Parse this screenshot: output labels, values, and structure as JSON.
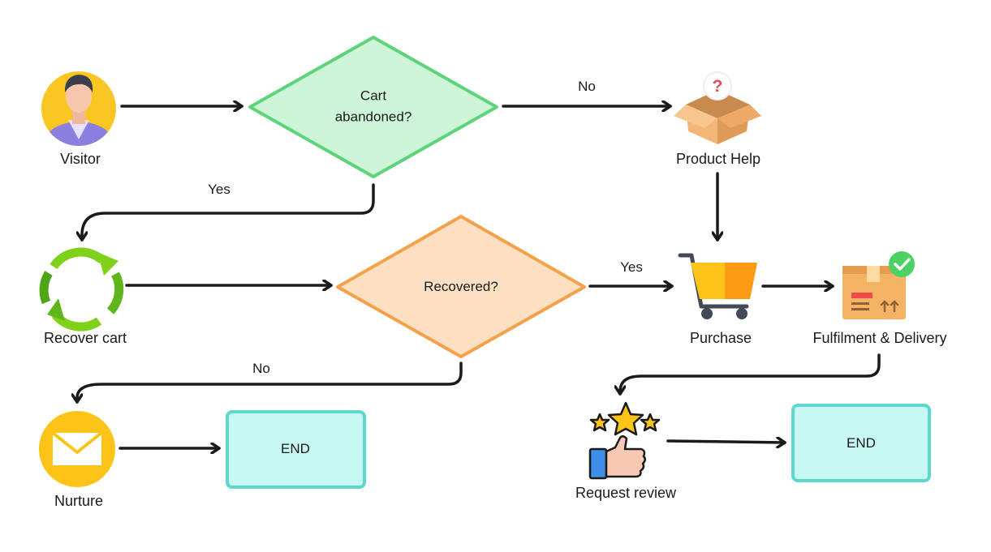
{
  "nodes": {
    "visitor": {
      "label": "Visitor",
      "icon": "visitor-avatar-icon"
    },
    "cart_abandoned": {
      "line1": "Cart",
      "line2": "abandoned?"
    },
    "product_help": {
      "label": "Product Help",
      "icon": "box-question-icon"
    },
    "recover_cart": {
      "label": "Recover cart",
      "icon": "recycle-arrows-icon"
    },
    "recovered": {
      "label": "Recovered?"
    },
    "purchase": {
      "label": "Purchase",
      "icon": "shopping-cart-icon"
    },
    "fulfilment": {
      "label": "Fulfilment & Delivery",
      "icon": "package-check-icon"
    },
    "nurture": {
      "label": "Nurture",
      "icon": "envelope-icon"
    },
    "end1": {
      "label": "END"
    },
    "request_review": {
      "label": "Request review",
      "icon": "thumbs-up-stars-icon"
    },
    "end2": {
      "label": "END"
    }
  },
  "edges": {
    "cart_no": "No",
    "cart_yes": "Yes",
    "recovered_yes": "Yes",
    "recovered_no": "No"
  },
  "colors": {
    "decision_green_fill": "#cdf5d8",
    "decision_green_stroke": "#5dd37a",
    "decision_orange_fill": "#fde0c2",
    "decision_orange_stroke": "#f5a04b",
    "end_fill": "#c8f8f3",
    "end_stroke": "#5ed8cf",
    "arrow": "#1a1a1a"
  }
}
